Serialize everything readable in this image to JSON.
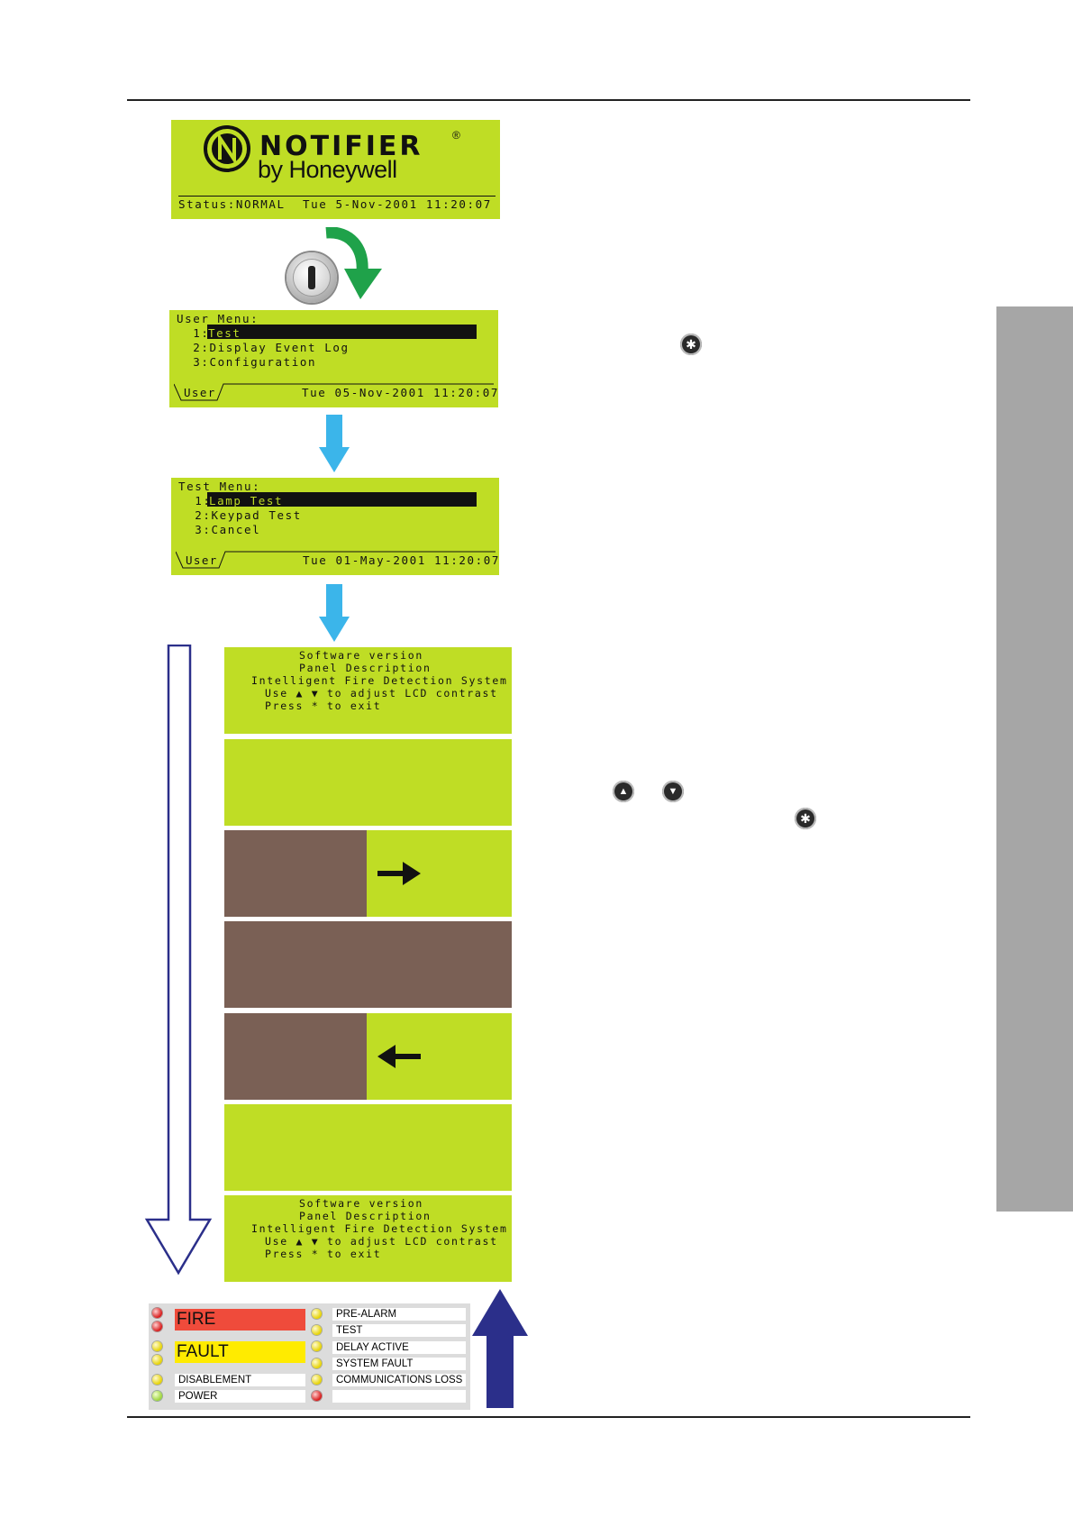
{
  "header_logo": {
    "brand": "NOTIFIER",
    "registered": "®",
    "sub": "by Honeywell",
    "status_left": "Status:NORMAL",
    "status_right": "Tue 5-Nov-2001 11:20:07"
  },
  "user_menu": {
    "title": "User Menu:",
    "item1_num": "  1:",
    "item1_label": "Test",
    "item2": "  2:Display Event Log",
    "item3": "  3:Configuration",
    "tab": "User",
    "datetime": "Tue 05-Nov-2001 11:20:07"
  },
  "test_menu": {
    "title": "Test Menu:",
    "item1_num": "  1:",
    "item1_label": "Lamp Test",
    "item2": "  2:Keypad Test",
    "item3": "  3:Cancel",
    "tab": "User",
    "datetime": "Tue 01-May-2001 11:20:07"
  },
  "version_screen": {
    "line1": "Software version",
    "line2": "Panel Description",
    "line3": "Intelligent Fire Detection System",
    "line4": "Use ▲ ▼ to adjust LCD contrast",
    "line5": "Press * to exit"
  },
  "version_screen_end": {
    "line1": "Software version",
    "line2": "Panel Description",
    "line3": "Intelligent Fire Detection System",
    "line4": "Use ▲ ▼ to adjust LCD contrast",
    "line5": "Press * to exit"
  },
  "glyphs": {
    "asterisk": "✱",
    "up": "▲",
    "down": "▼"
  },
  "indicators": {
    "fire": "FIRE",
    "fault": "FAULT",
    "disablement": "DISABLEMENT",
    "power": "POWER",
    "pre_alarm": "PRE-ALARM",
    "test": "TEST",
    "delay_active": "DELAY ACTIVE",
    "system_fault": "SYSTEM FAULT",
    "communications_loss": "COMMUNICATIONS LOSS",
    "blank": ""
  },
  "colors": {
    "lcd_green": "#bfdd25",
    "lcd_brown": "#7a6055",
    "fire_red": "#ef4b3b",
    "fault_yellow": "#ffeb00",
    "arrow_cyan": "#3bb5ea",
    "arrow_green": "#1fa24a",
    "arrow_navy": "#2b2f8a",
    "side_tab_grey": "#a6a6a6"
  }
}
